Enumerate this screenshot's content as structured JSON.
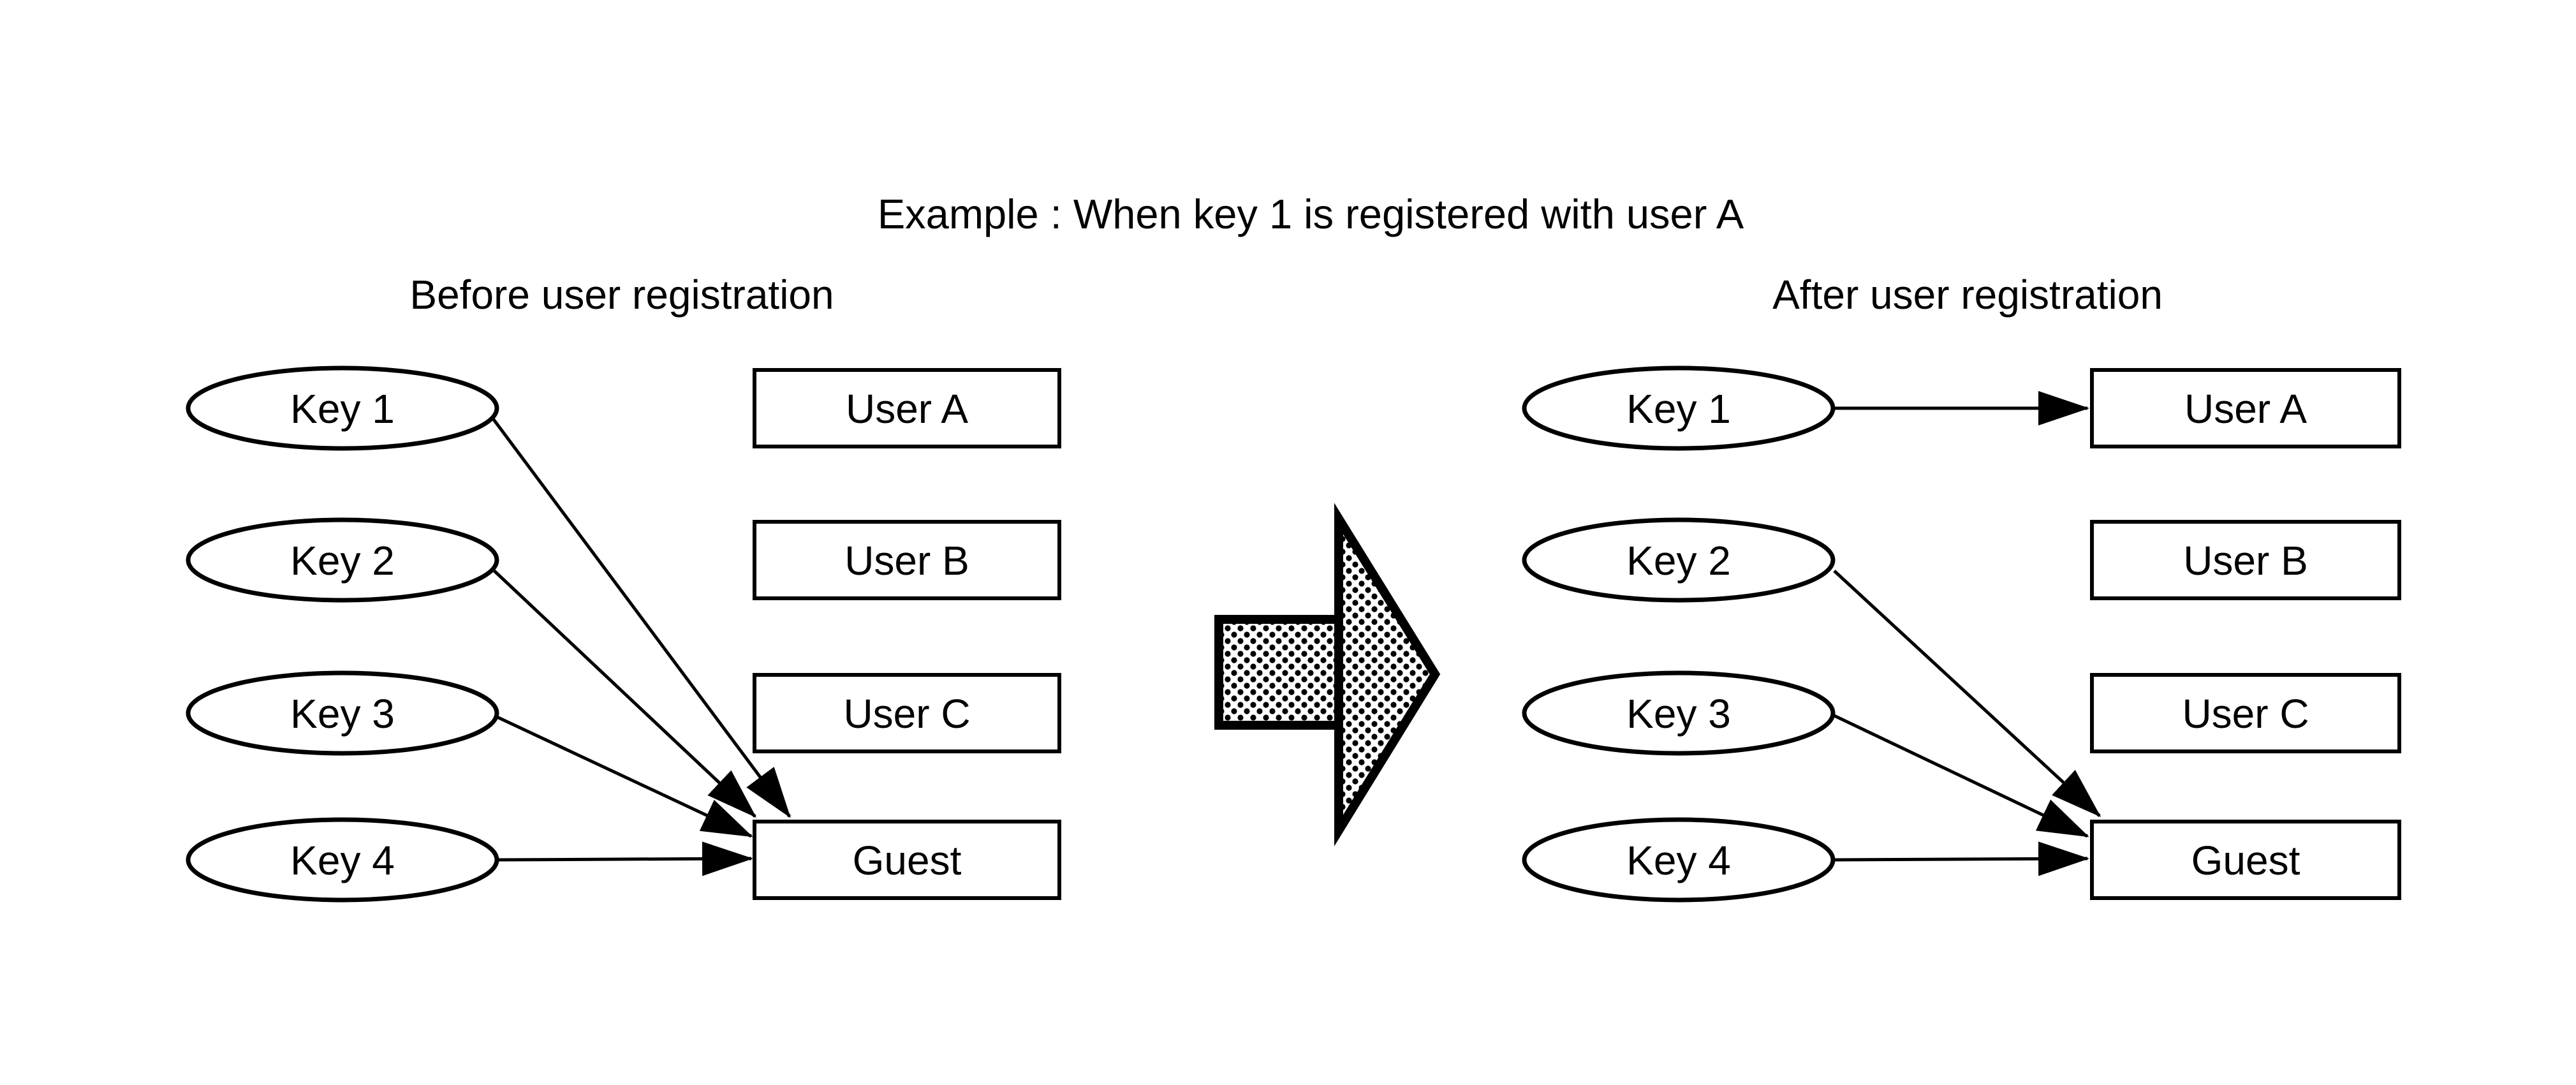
{
  "title": "Example : When key 1 is registered with user A",
  "colors": {
    "ink": "#000000",
    "paper": "#ffffff"
  },
  "before": {
    "label": "Before user registration",
    "keys": [
      "Key 1",
      "Key 2",
      "Key 3",
      "Key 4"
    ],
    "users": [
      "User A",
      "User B",
      "User C",
      "Guest"
    ],
    "links": [
      {
        "from": "Key 1",
        "to": "Guest"
      },
      {
        "from": "Key 2",
        "to": "Guest"
      },
      {
        "from": "Key 3",
        "to": "Guest"
      },
      {
        "from": "Key 4",
        "to": "Guest"
      }
    ]
  },
  "after": {
    "label": "After user registration",
    "keys": [
      "Key 1",
      "Key 2",
      "Key 3",
      "Key 4"
    ],
    "users": [
      "User A",
      "User B",
      "User C",
      "Guest"
    ],
    "links": [
      {
        "from": "Key 1",
        "to": "User A"
      },
      {
        "from": "Key 2",
        "to": "Guest"
      },
      {
        "from": "Key 3",
        "to": "Guest"
      },
      {
        "from": "Key 4",
        "to": "Guest"
      }
    ]
  },
  "transition_arrow": {
    "direction": "right"
  }
}
